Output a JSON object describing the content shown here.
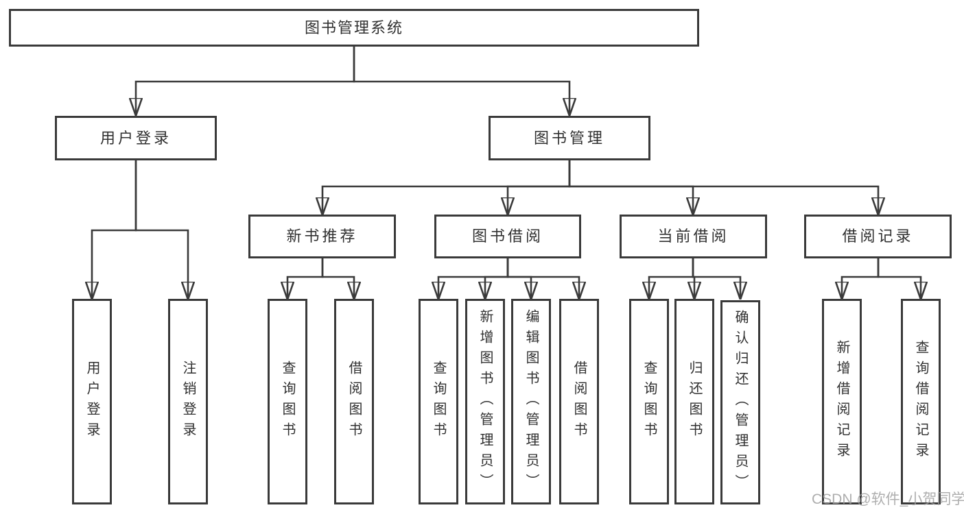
{
  "colors": {
    "line": "#3a3a3a",
    "box_border": "#3a3a3a",
    "text": "#303030",
    "watermark": "#a0a0a0",
    "background": "#ffffff"
  },
  "watermark": {
    "text": "CSDN @软件_小贺同学"
  },
  "tree": {
    "root": {
      "label": "图书管理系统"
    },
    "branches": [
      {
        "label": "用户登录",
        "children": [
          {
            "label": "用户登录"
          },
          {
            "label": "注销登录"
          }
        ]
      },
      {
        "label": "图书管理",
        "children": [
          {
            "label": "新书推荐",
            "children": [
              {
                "label": "查询图书"
              },
              {
                "label": "借阅图书"
              }
            ]
          },
          {
            "label": "图书借阅",
            "children": [
              {
                "label": "查询图书"
              },
              {
                "label": "新增图书（管理员）"
              },
              {
                "label": "编辑图书（管理员）"
              },
              {
                "label": "借阅图书"
              }
            ]
          },
          {
            "label": "当前借阅",
            "children": [
              {
                "label": "查询图书"
              },
              {
                "label": "归还图书"
              },
              {
                "label": "确认归还（管理员）"
              }
            ]
          },
          {
            "label": "借阅记录",
            "children": [
              {
                "label": "新增借阅记录"
              },
              {
                "label": "查询借阅记录"
              }
            ]
          }
        ]
      }
    ]
  }
}
